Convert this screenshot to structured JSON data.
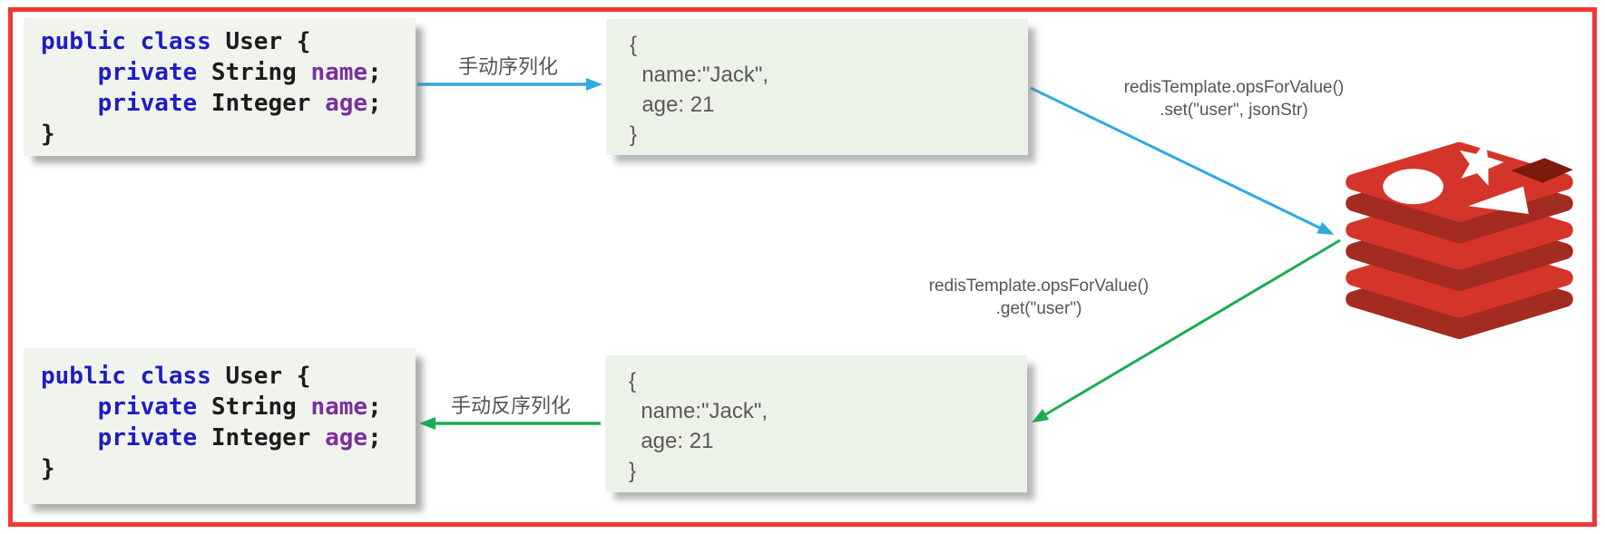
{
  "frame": {
    "border_color": "#f23636",
    "background": "#ffffff"
  },
  "java_code": {
    "description": "User class source shown twice (before serialization and after deserialization)",
    "token_colors": {
      "keyword": "#1d1dc4",
      "plain": "#1c1c1c",
      "field": "#7a2fa0"
    },
    "lines": [
      {
        "tokens": [
          {
            "text": "public class",
            "type": "keyword"
          },
          {
            "text": " User {",
            "type": "plain"
          }
        ]
      },
      {
        "tokens": [
          {
            "text": "    ",
            "type": "plain"
          },
          {
            "text": "private",
            "type": "keyword"
          },
          {
            "text": " String ",
            "type": "plain"
          },
          {
            "text": "name",
            "type": "field"
          },
          {
            "text": ";",
            "type": "plain"
          }
        ]
      },
      {
        "tokens": [
          {
            "text": "    ",
            "type": "plain"
          },
          {
            "text": "private",
            "type": "keyword"
          },
          {
            "text": " Integer ",
            "type": "plain"
          },
          {
            "text": "age",
            "type": "field"
          },
          {
            "text": ";",
            "type": "plain"
          }
        ]
      },
      {
        "tokens": [
          {
            "text": "}",
            "type": "plain"
          }
        ]
      }
    ]
  },
  "json_doc": {
    "text_color": "#595959",
    "lines": [
      "{",
      "  name:\"Jack\",",
      "  age: 21",
      "}"
    ]
  },
  "arrows": {
    "serialize": {
      "label": "手动序列化",
      "color": "#2fa9e0",
      "direction": "right"
    },
    "store": {
      "label_line1": "redisTemplate.opsForValue()",
      "label_line2": ".set(\"user\", jsonStr)",
      "color": "#2fa9e0"
    },
    "fetch": {
      "label_line1": "redisTemplate.opsForValue()",
      "label_line2": ".get(\"user\")",
      "color": "#1cab52"
    },
    "deserialize": {
      "label": "手动反序列化",
      "color": "#1cab52",
      "direction": "left"
    }
  },
  "redis_logo": {
    "name": "Redis",
    "colors": {
      "face": "#d5342b",
      "side": "#a32b20",
      "hole": "#7c1a0e",
      "shapes": "#ffffff"
    }
  }
}
